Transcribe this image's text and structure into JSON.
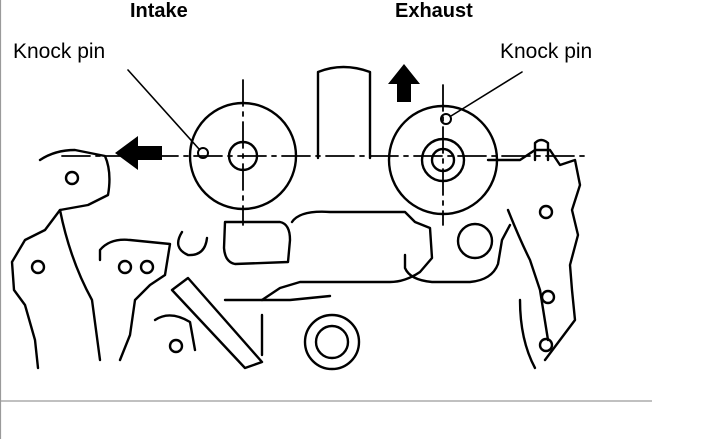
{
  "labels": {
    "intake": "Intake",
    "exhaust": "Exhaust",
    "knock_pin_left": "Knock pin",
    "knock_pin_right": "Knock pin"
  },
  "colors": {
    "ink": "#000000",
    "background": "#ffffff",
    "frame_line": "#9a9a9a"
  }
}
